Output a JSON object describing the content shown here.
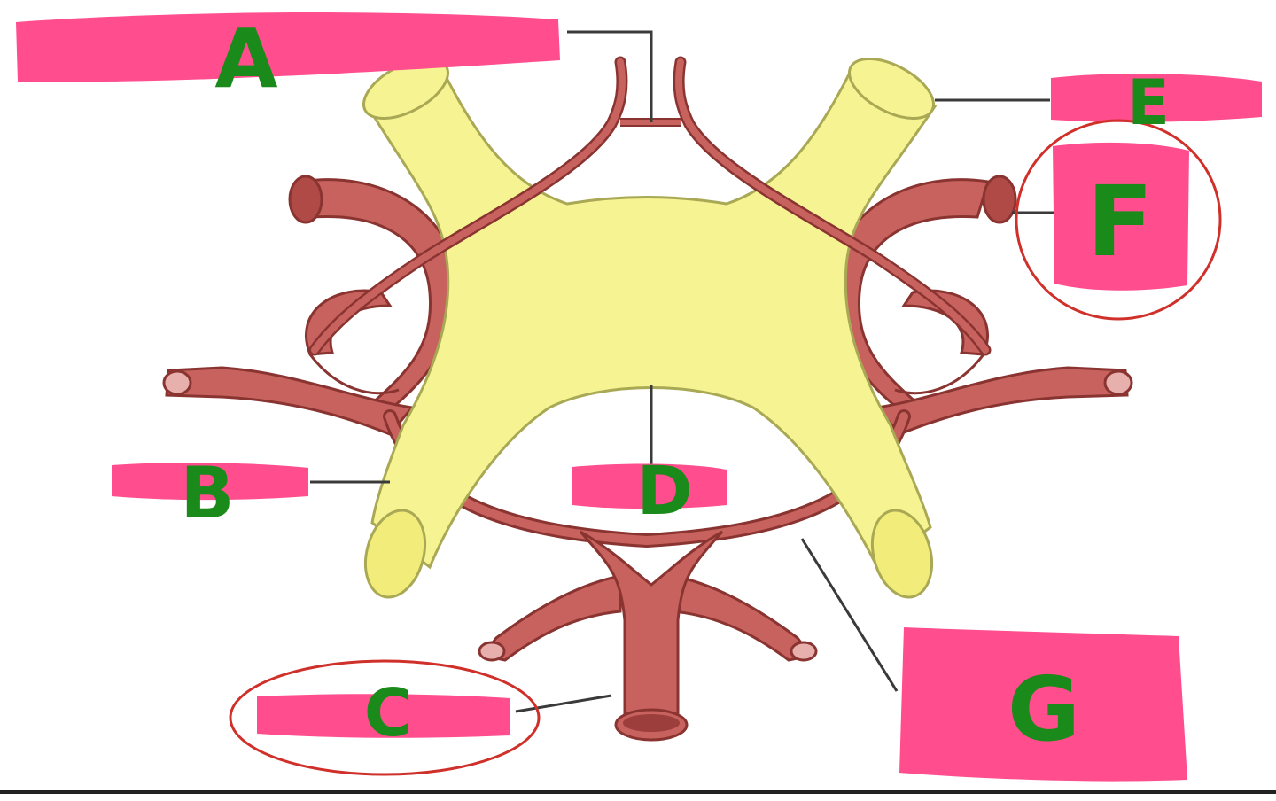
{
  "diagram": {
    "labels": {
      "a": "A",
      "b": "B",
      "c": "C",
      "d": "D",
      "e": "E",
      "f": "F",
      "g": "G"
    },
    "colors": {
      "highlight": "#ff4d8d",
      "label_text": "#1a8a1a",
      "artery_fill": "#c8625e",
      "artery_stroke": "#8a3431",
      "brain_fill": "#f6f492",
      "brain_stroke": "#a9a955",
      "circle_mark": "#d0302a",
      "leader_line": "#3a3a3a"
    }
  }
}
